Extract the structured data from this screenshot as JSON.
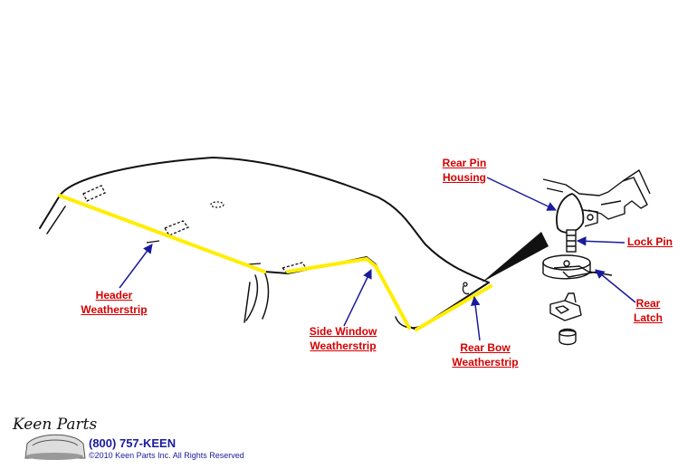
{
  "callouts": {
    "header": {
      "line1": "Header",
      "line2": "Weatherstrip"
    },
    "side_window": {
      "line1": "Side Window",
      "line2": "Weatherstrip"
    },
    "rear_bow": {
      "line1": "Rear Bow",
      "line2": "Weatherstrip"
    },
    "rear_pin_housing": {
      "line1": "Rear Pin",
      "line2": "Housing"
    },
    "lock_pin": {
      "line1": "Lock Pin"
    },
    "rear_latch": {
      "line1": "Rear",
      "line2": "Latch"
    }
  },
  "footer": {
    "logo": "Keen Parts",
    "phone": "(800) 757-KEEN",
    "copyright": "©2010 Keen Parts Inc. All Rights Reserved"
  },
  "colors": {
    "weatherstrip": "#ffee00",
    "label": "#d40000",
    "arrow": "#1a1a9c",
    "line_art": "#111111"
  }
}
